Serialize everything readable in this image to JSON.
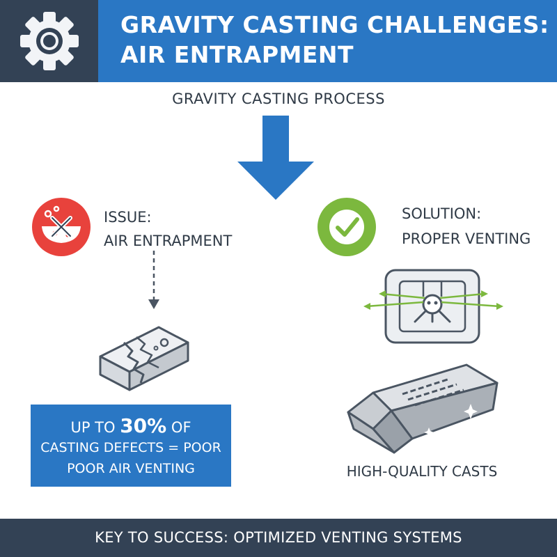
{
  "header": {
    "title_line1": "GRAVITY CASTING CHALLENGES:",
    "title_line2": "AIR ENTRAPMENT",
    "icon": "gear-icon"
  },
  "process": {
    "label": "GRAVITY CASTING PROCESS"
  },
  "issue": {
    "icon": "defect-x-icon",
    "label_line1": "ISSUE:",
    "label_line2": "AIR ENTRAPMENT",
    "stat": {
      "prefix": "UP TO ",
      "percent": "30%",
      "suffix": " OF",
      "line2": "CASTING DEFECTS = POOR",
      "line3": "POOR AIR VENTING"
    }
  },
  "solution": {
    "icon": "checkmark-icon",
    "label_line1": "SOLUTION:",
    "label_line2": "PROPER VENTING",
    "result_label": "HIGH-QUALITY CASTS"
  },
  "footer": {
    "text": "KEY TO SUCCESS: OPTIMIZED VENTING SYSTEMS"
  },
  "colors": {
    "header_dark": "#334255",
    "accent_blue": "#2a77c4",
    "issue_red": "#e8423c",
    "solution_green": "#7cb83e",
    "text_dark": "#2f3a46"
  }
}
